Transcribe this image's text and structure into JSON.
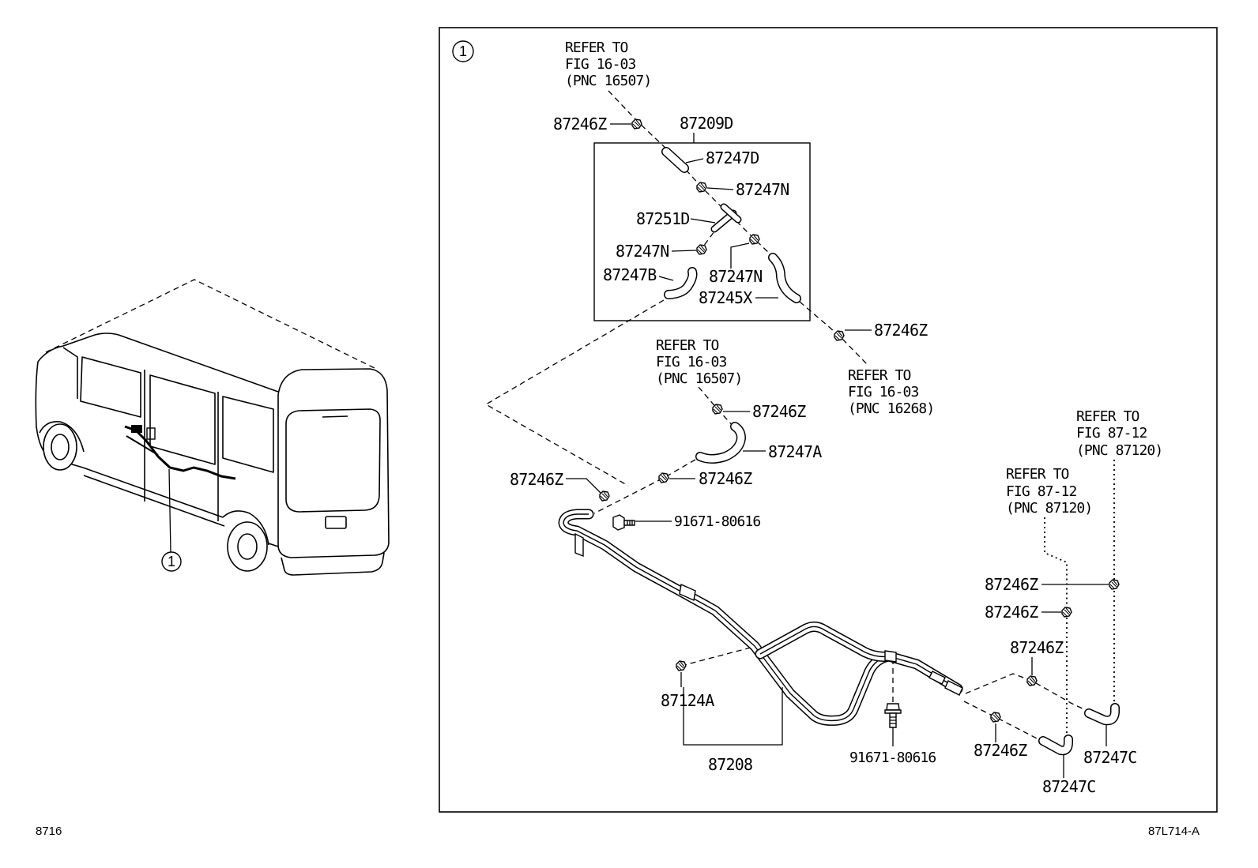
{
  "colors": {
    "line": "#000000",
    "background": "#ffffff"
  },
  "diagram": {
    "callout_number": "1",
    "figure_code": "8716",
    "illustration_code": "87L714-A",
    "refer_notes": [
      {
        "lines": [
          "REFER TO",
          "FIG 16-03",
          "(PNC 16507)"
        ]
      },
      {
        "lines": [
          "REFER TO",
          "FIG 16-03",
          "(PNC 16507)"
        ]
      },
      {
        "lines": [
          "REFER TO",
          "FIG 16-03",
          "(PNC 16268)"
        ]
      },
      {
        "lines": [
          "REFER TO",
          "FIG 87-12",
          "(PNC 87120)"
        ]
      },
      {
        "lines": [
          "REFER TO",
          "FIG 87-12",
          "(PNC 87120)"
        ]
      }
    ],
    "part_labels": [
      "87246Z",
      "87209D",
      "87247D",
      "87247N",
      "87251D",
      "87247N",
      "87247B",
      "87247N",
      "87245X",
      "87246Z",
      "87246Z",
      "87247A",
      "87246Z",
      "87246Z",
      "91671-80616",
      "87246Z",
      "87246Z",
      "87246Z",
      "87124A",
      "87208",
      "91671-80616",
      "87246Z",
      "87247C",
      "87247C"
    ]
  }
}
